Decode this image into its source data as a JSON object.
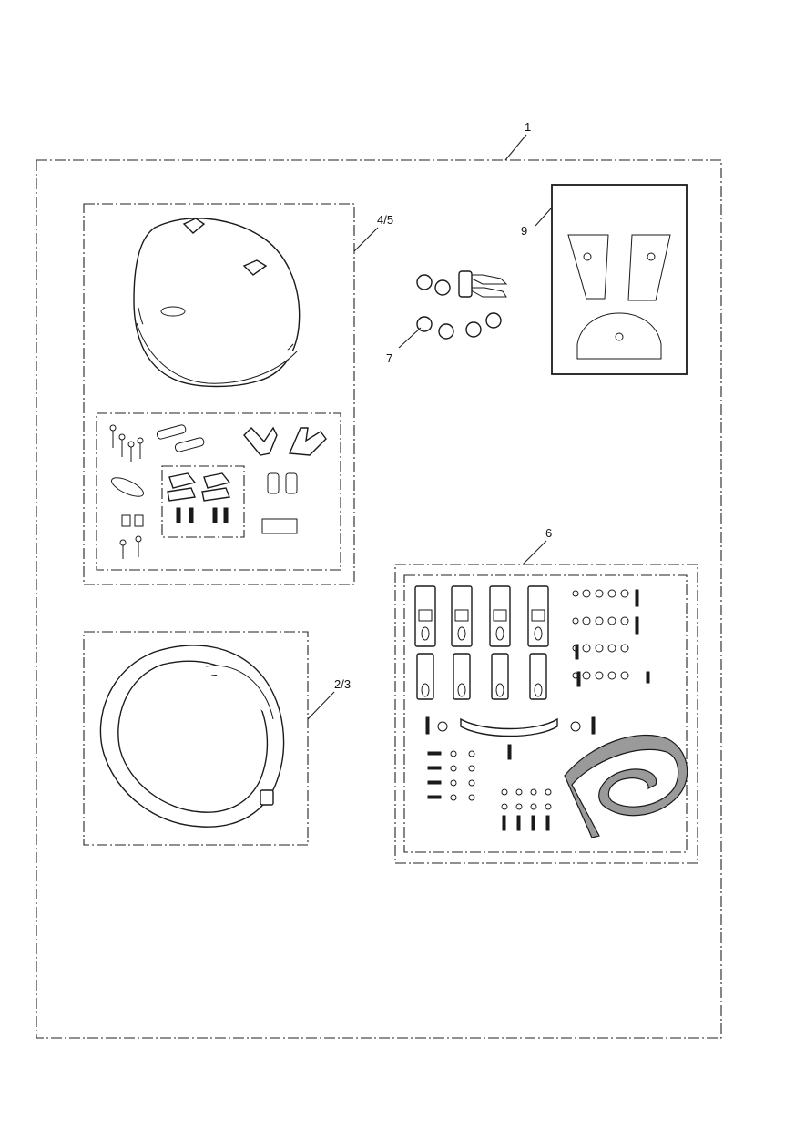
{
  "diagram": {
    "callouts": {
      "kit": "1",
      "pannier_lid": "4/5",
      "pannier_base": "2/3",
      "mounting_kit": "6",
      "lock_set": "7",
      "template": "9"
    },
    "colors": {
      "line": "#1a1a1a",
      "background": "#ffffff",
      "strap_fill": "#9a9a9a"
    }
  }
}
